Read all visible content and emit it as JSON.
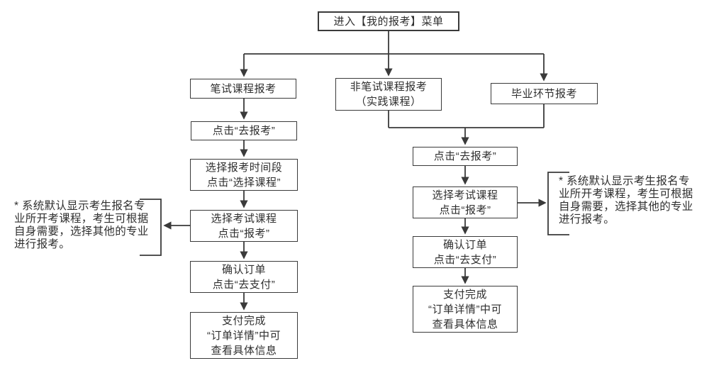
{
  "flowchart": {
    "top": {
      "label": "进入【我的报考】菜单"
    },
    "branches": {
      "written": {
        "label": "笔试课程报考"
      },
      "non_written": {
        "label": "非笔试课程报考\n（实践课程）"
      },
      "graduation": {
        "label": "毕业环节报考"
      }
    },
    "left_flow": {
      "step1": {
        "label": "点击“去报考”"
      },
      "step2": {
        "label": "选择报考时间段\n点击“选择课程”"
      },
      "step3": {
        "label": "选择考试课程\n点击“报考”"
      },
      "step4": {
        "label": "确认订单\n点击“去支付”"
      },
      "step5": {
        "label": "支付完成\n“订单详情”中可\n查看具体信息"
      }
    },
    "right_flow": {
      "step1": {
        "label": "点击“去报考”"
      },
      "step2": {
        "label": "选择考试课程\n点击“报考”"
      },
      "step3": {
        "label": "确认订单\n点击“去支付”"
      },
      "step4": {
        "label": "支付完成\n“订单详情”中可\n查看具体信息"
      }
    },
    "notes": {
      "left": {
        "label": "* 系统默认显示考生报名专\n业所开考课程，考生可根据\n自身需要，选择其他的专业\n进行报考。"
      },
      "right": {
        "label": "* 系统默认显示考生报名专\n业所开考课程，考生可根据\n自身需要，选择其他的专业\n进行报考。"
      }
    },
    "colors": {
      "stroke": "#3a3a3a",
      "text": "#2f2f2f",
      "background": "#ffffff"
    }
  }
}
